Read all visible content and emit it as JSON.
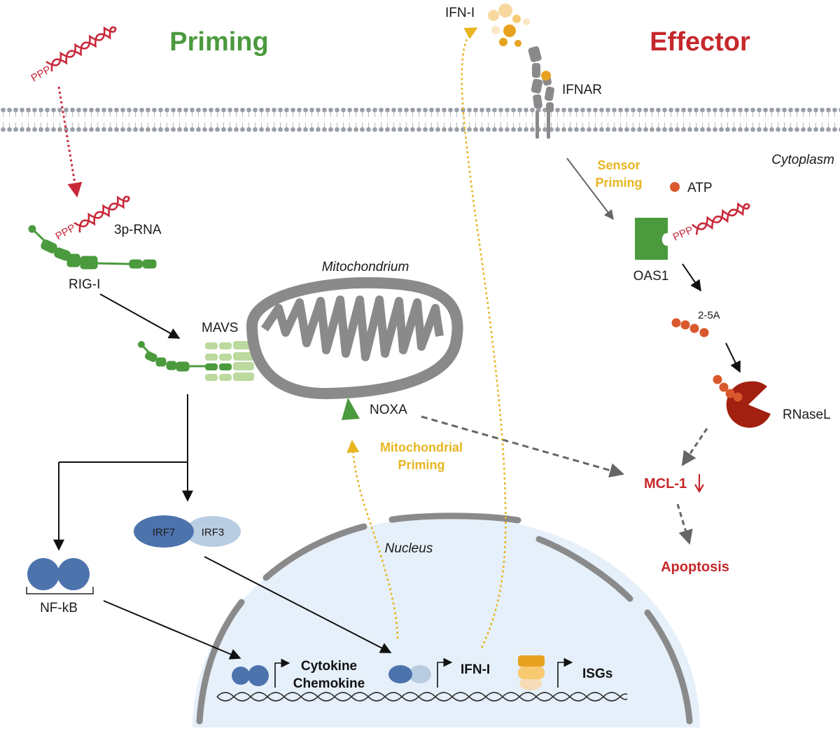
{
  "headings": {
    "priming": "Priming",
    "effector": "Effector"
  },
  "labels": {
    "ifn_top": "IFN-I",
    "ifnar": "IFNAR",
    "cytoplasm": "Cytoplasm",
    "sensor_priming_1": "Sensor",
    "sensor_priming_2": "Priming",
    "atp": "ATP",
    "ppp": "PPP",
    "rna_3p": "3p-RNA",
    "rig_i": "RIG-I",
    "oas1": "OAS1",
    "a25": "2-5A",
    "mitochondrium": "Mitochondrium",
    "mavs": "MAVS",
    "noxa": "NOXA",
    "rnasel": "RNaseL",
    "mito_priming_1": "Mitochondrial",
    "mito_priming_2": "Priming",
    "mcl1": "MCL-1",
    "irf7": "IRF7",
    "irf3": "IRF3",
    "nucleus": "Nucleus",
    "apoptosis": "Apoptosis",
    "nfkb": "NF-kB",
    "cytokine": "Cytokine",
    "chemokine": "Chemokine",
    "ifn_gene": "IFN-I",
    "isgs": "ISGs"
  },
  "colors": {
    "priming_green": "#4b9a3e",
    "effector_red": "#c5282b",
    "rna_red": "#c8283a",
    "yellow": "#e8b520",
    "membrane": "#a3a8ad",
    "mito_grey": "#8a8a8a",
    "nucleus_fill": "#e6f0fa",
    "irf_blue": "#4d73ad",
    "irf_light": "#b9cde2",
    "atp_orange": "#d9582d",
    "rnasel": "#a2200f"
  }
}
